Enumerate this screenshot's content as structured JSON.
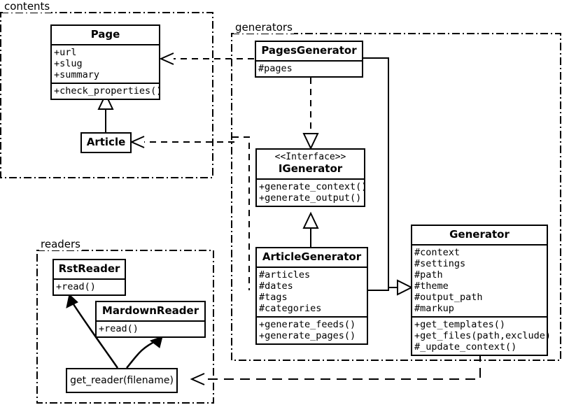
{
  "diagram": {
    "kind": "uml-class-diagram",
    "stroke_color": "#000000",
    "background_color": "#ffffff"
  },
  "packages": [
    {
      "id": "contents",
      "label": "contents"
    },
    {
      "id": "generators",
      "label": "generators"
    },
    {
      "id": "readers",
      "label": "readers"
    }
  ],
  "classes": {
    "page": {
      "name": "Page",
      "attributes": [
        "+url",
        "+slug",
        "+summary"
      ],
      "methods": [
        "+check_properties()"
      ]
    },
    "article": {
      "name": "Article",
      "attributes": [],
      "methods": []
    },
    "pages_generator": {
      "name": "PagesGenerator",
      "attributes": [
        "#pages"
      ],
      "methods": []
    },
    "igenerator": {
      "stereotype": "<<Interface>>",
      "name": "IGenerator",
      "attributes": [],
      "methods": [
        "+generate_context()",
        "+generate_output()"
      ]
    },
    "article_generator": {
      "name": "ArticleGenerator",
      "attributes": [
        "#articles",
        "#dates",
        "#tags",
        "#categories"
      ],
      "methods": [
        "+generate_feeds()",
        "+generate_pages()"
      ]
    },
    "generator": {
      "name": "Generator",
      "attributes": [
        "#context",
        "#settings",
        "#path",
        "#theme",
        "#output_path",
        "#markup"
      ],
      "methods": [
        "+get_templates()",
        "+get_files(path,exclude)",
        "#_update_context()"
      ]
    },
    "rst_reader": {
      "name": "RstReader",
      "attributes": [],
      "methods": [
        "+read()"
      ]
    },
    "mardown_reader": {
      "name": "MardownReader",
      "attributes": [],
      "methods": [
        "+read()"
      ]
    }
  },
  "functions": {
    "get_reader": {
      "label": "get_reader(filename)"
    }
  },
  "relations": [
    {
      "from": "article",
      "to": "page",
      "type": "generalization"
    },
    {
      "from": "pages_generator",
      "to": "igenerator",
      "type": "realization"
    },
    {
      "from": "article_generator",
      "to": "igenerator",
      "type": "generalization"
    },
    {
      "from": "pages_generator",
      "to": "generator",
      "type": "generalization"
    },
    {
      "from": "article_generator",
      "to": "generator",
      "type": "generalization"
    },
    {
      "from": "pages_generator",
      "to": "page",
      "type": "dependency"
    },
    {
      "from": "article_generator",
      "to": "article",
      "type": "dependency"
    },
    {
      "from": "generator",
      "to": "get_reader",
      "type": "dependency"
    },
    {
      "from": "get_reader",
      "to": "rst_reader",
      "type": "association"
    },
    {
      "from": "get_reader",
      "to": "mardown_reader",
      "type": "association"
    }
  ]
}
